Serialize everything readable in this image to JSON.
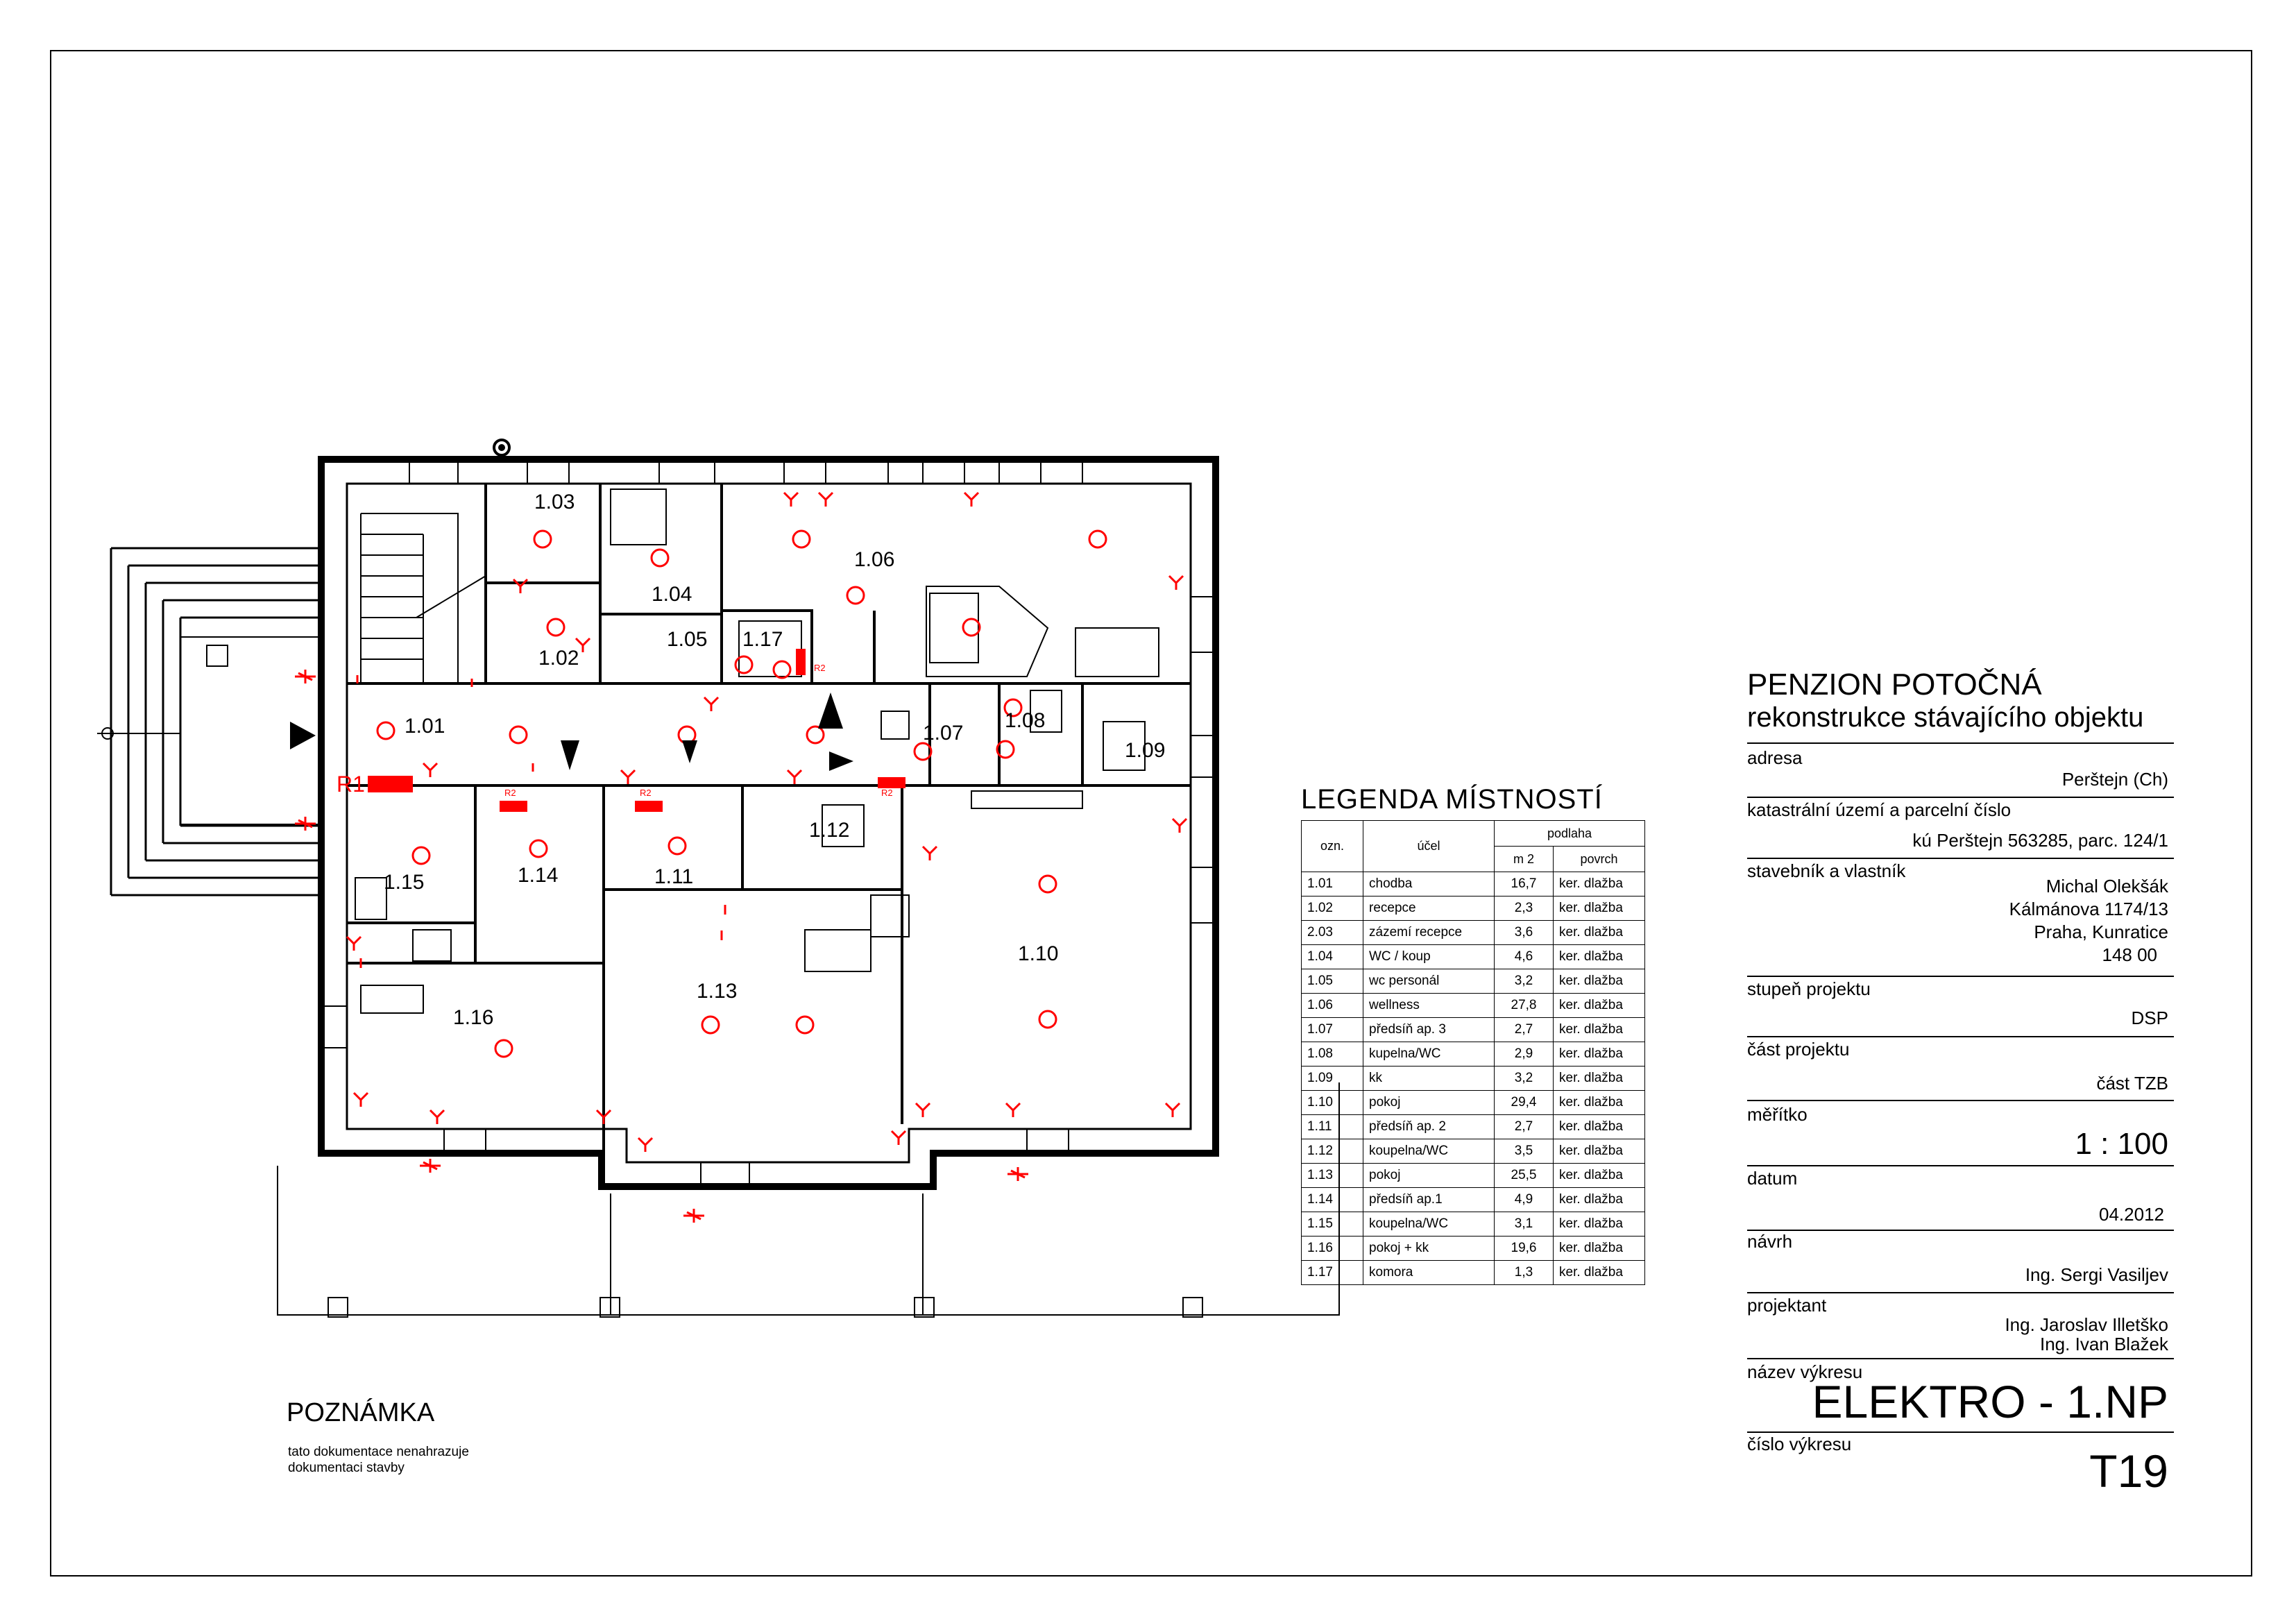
{
  "title_block": {
    "project_name": "PENZION POTOČNÁ",
    "project_subtitle": "rekonstrukce stávajícího objektu",
    "fields": [
      {
        "label": "adresa",
        "value": [
          "Perštejn (Ch)"
        ]
      },
      {
        "label": "katastrální území a parcelní číslo",
        "value": [
          "kú Perštejn 563285, parc. 124/1"
        ]
      },
      {
        "label": "stavebník a vlastník",
        "value": [
          "Michal Olekšák",
          "Kálmánova 1174/13",
          "Praha, Kunratice",
          "148 00"
        ]
      },
      {
        "label": "stupeň projektu",
        "value": [
          "DSP"
        ]
      },
      {
        "label": "část projektu",
        "value": [
          "část TZB"
        ]
      },
      {
        "label": "měřítko",
        "value": [
          "1 : 100"
        ]
      },
      {
        "label": "datum",
        "value": [
          "04.2012"
        ]
      },
      {
        "label": "návrh",
        "value": [
          "Ing. Sergi Vasiljev"
        ]
      },
      {
        "label": "projektant",
        "value": [
          "Ing. Jaroslav Illetško",
          "Ing. Ivan Blažek"
        ]
      },
      {
        "label": "název výkresu",
        "value": [
          "ELEKTRO - 1.NP"
        ]
      },
      {
        "label": "číslo výkresu",
        "value": [
          "T19"
        ]
      }
    ]
  },
  "legend": {
    "title": "LEGENDA MÍSTNOSTÍ",
    "headers": {
      "code": "ozn.",
      "use": "účel",
      "floor": "podlaha",
      "area": "m 2",
      "surface": "povrch"
    },
    "rows": [
      [
        "1.01",
        "chodba",
        "16,7",
        "ker. dlažba"
      ],
      [
        "1.02",
        "recepce",
        "2,3",
        "ker. dlažba"
      ],
      [
        "2.03",
        "zázemí recepce",
        "3,6",
        "ker. dlažba"
      ],
      [
        "1.04",
        "WC / koup",
        "4,6",
        "ker. dlažba"
      ],
      [
        "1.05",
        "wc personál",
        "3,2",
        "ker. dlažba"
      ],
      [
        "1.06",
        "wellness",
        "27,8",
        "ker. dlažba"
      ],
      [
        "1.07",
        "předsíň ap. 3",
        "2,7",
        "ker. dlažba"
      ],
      [
        "1.08",
        "kupelna/WC",
        "2,9",
        "ker. dlažba"
      ],
      [
        "1.09",
        "kk",
        "3,2",
        "ker. dlažba"
      ],
      [
        "1.10",
        "pokoj",
        "29,4",
        "ker. dlažba"
      ],
      [
        "1.11",
        "předsíň ap. 2",
        "2,7",
        "ker. dlažba"
      ],
      [
        "1.12",
        "koupelna/WC",
        "3,5",
        "ker. dlažba"
      ],
      [
        "1.13",
        "pokoj",
        "25,5",
        "ker. dlažba"
      ],
      [
        "1.14",
        "předsíň ap.1",
        "4,9",
        "ker. dlažba"
      ],
      [
        "1.15",
        "koupelna/WC",
        "3,1",
        "ker. dlažba"
      ],
      [
        "1.16",
        "pokoj + kk",
        "19,6",
        "ker. dlažba"
      ],
      [
        "1.17",
        "komora",
        "1,3",
        "ker. dlažba"
      ]
    ]
  },
  "note": {
    "title": "POZNÁMKA",
    "lines": [
      "tato dokumentace nenahrazuje",
      "dokumentaci stavby"
    ]
  },
  "plan": {
    "rooms": [
      "1.01",
      "1.02",
      "1.03",
      "1.04",
      "1.05",
      "1.06",
      "1.07",
      "1.08",
      "1.09",
      "1.10",
      "1.11",
      "1.12",
      "1.13",
      "1.14",
      "1.15",
      "1.16",
      "1.17"
    ],
    "distribution_boards": [
      "R1",
      "R2",
      "R2",
      "R2",
      "R2"
    ],
    "colors": {
      "lines": "#000000",
      "electro": "#ff0000"
    }
  }
}
